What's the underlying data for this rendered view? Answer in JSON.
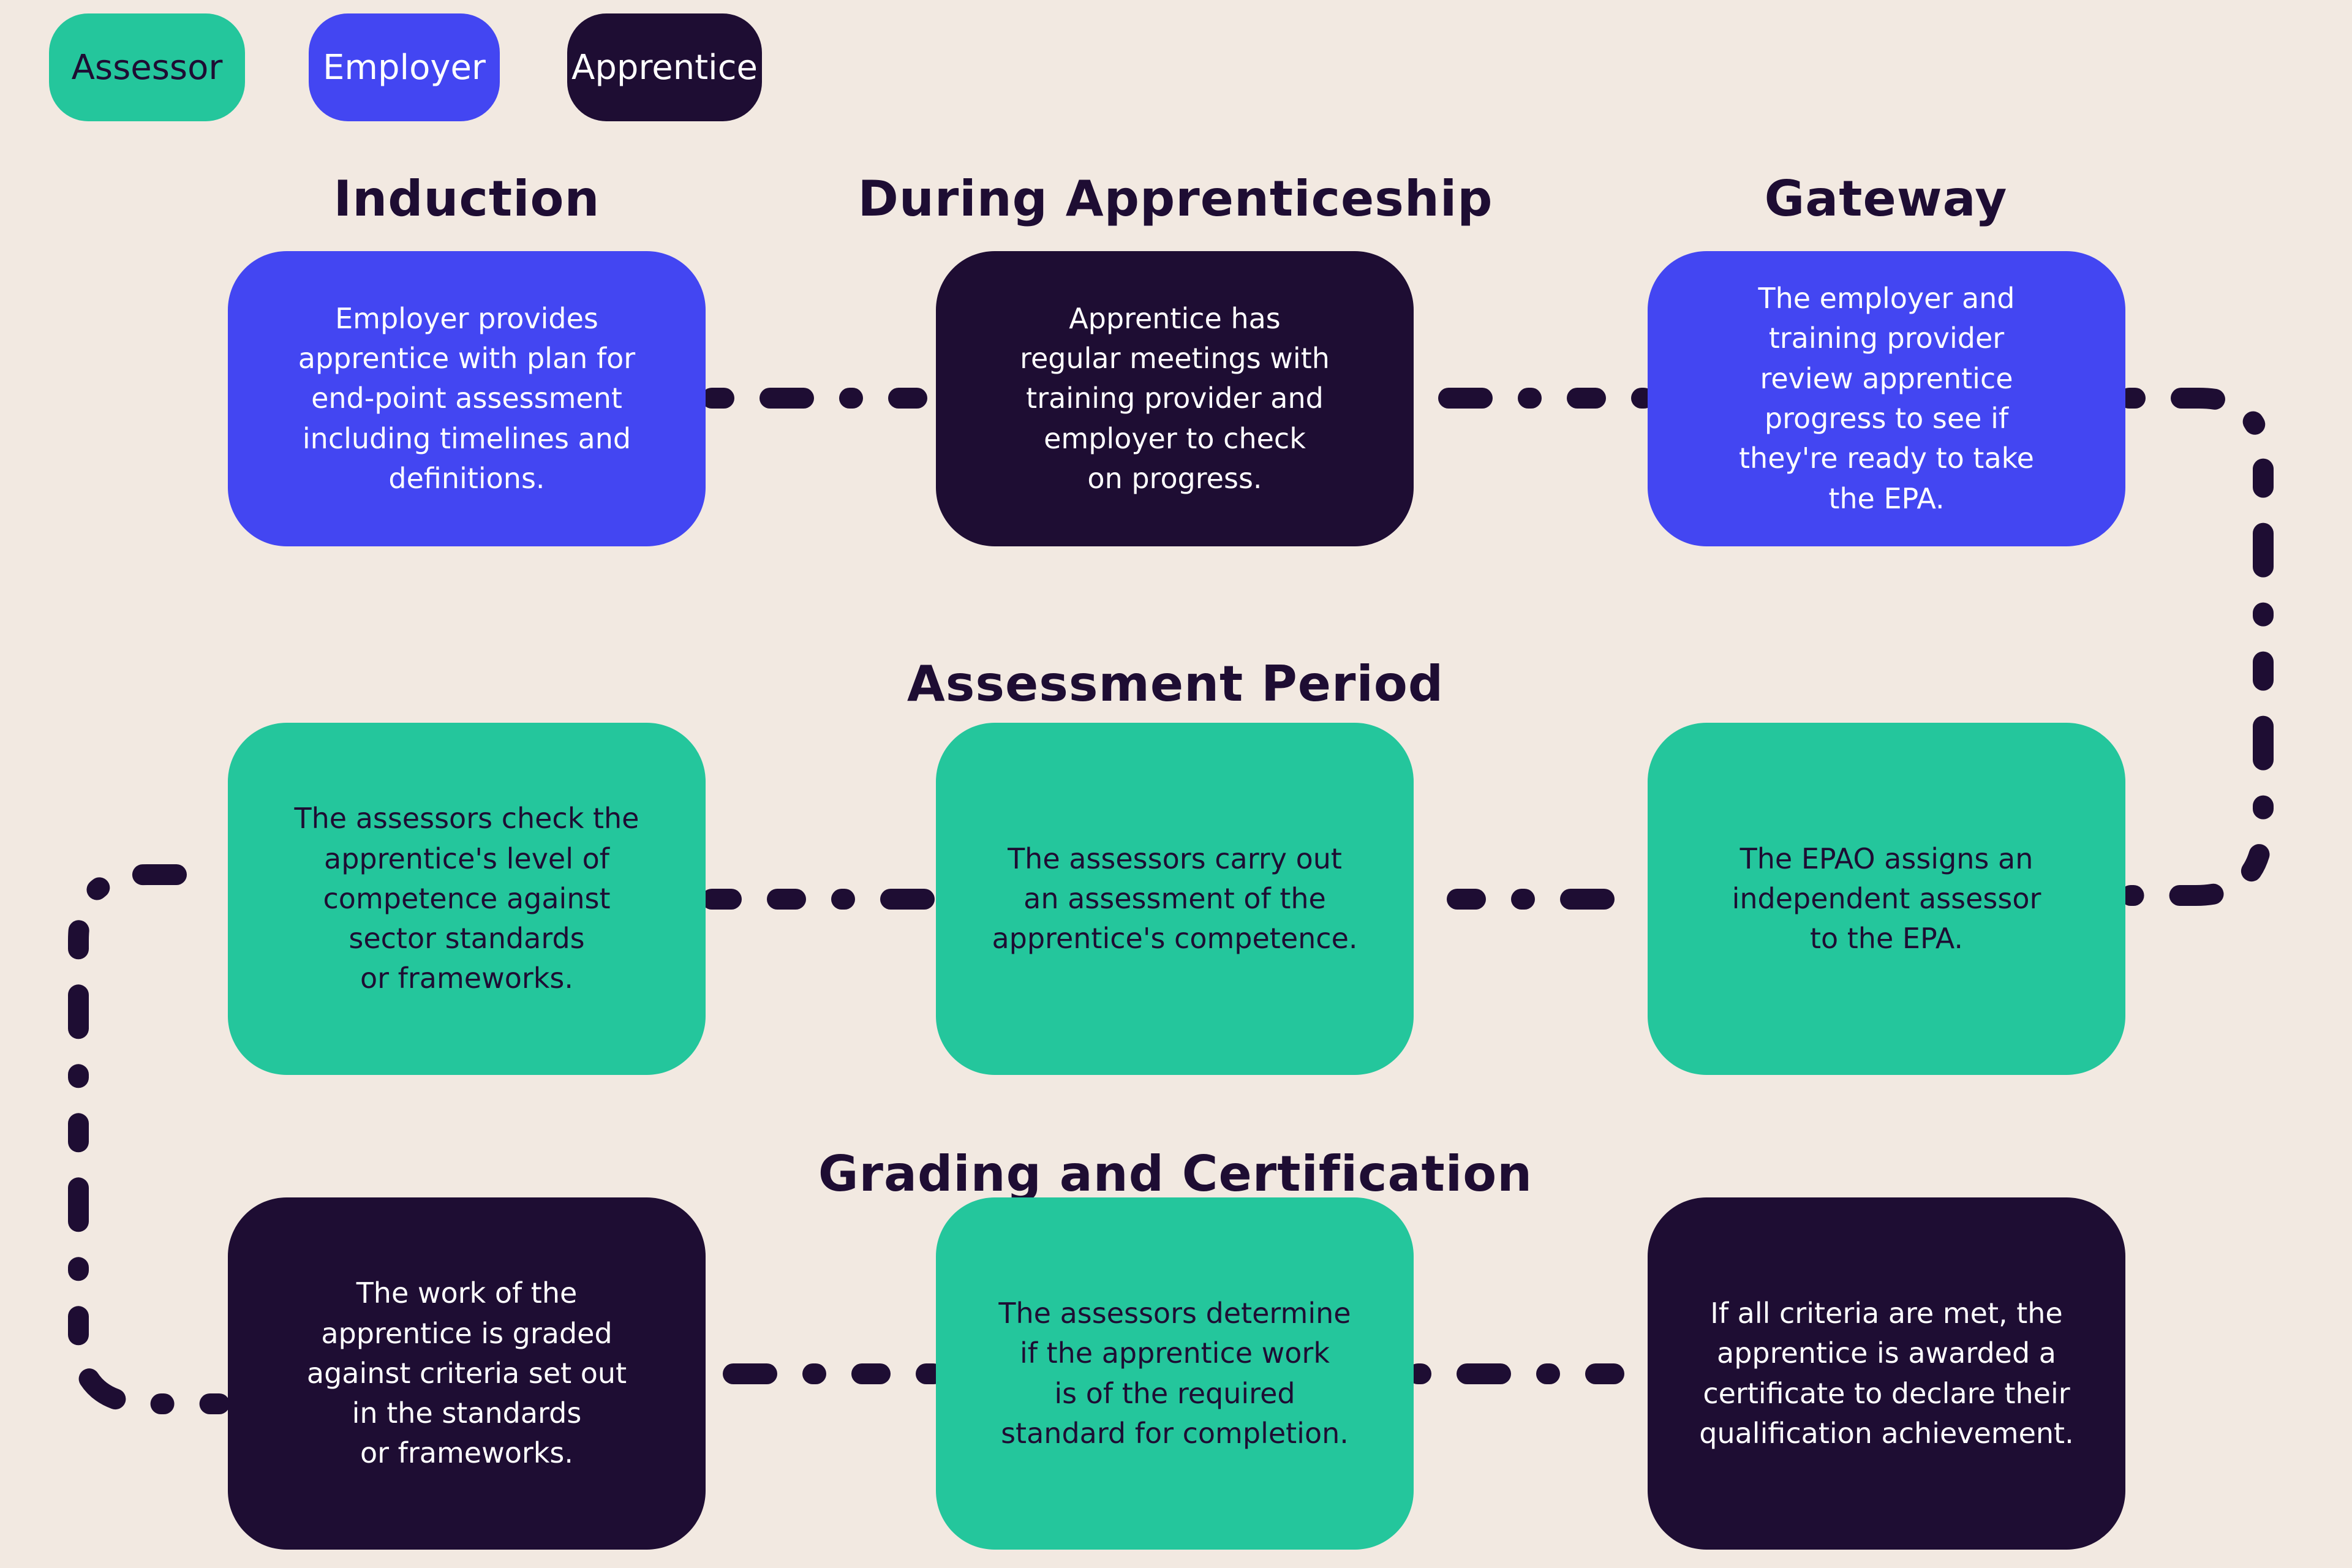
{
  "colors": {
    "background": "#F2E9E1",
    "blue": "#4346F2",
    "green": "#24C69C",
    "dark": "#1E0D33",
    "light-text": "#FFFFFF"
  },
  "legend": {
    "items": [
      {
        "label": "Assessor",
        "variant": "green"
      },
      {
        "label": "Employer",
        "variant": "blue"
      },
      {
        "label": "Apprentice",
        "variant": "dark"
      }
    ]
  },
  "headers": {
    "induction": "Induction",
    "during_apprenticeship": "During Apprenticeship",
    "gateway": "Gateway",
    "assessment_period": "Assessment Period",
    "grading_certification": "Grading and Certification"
  },
  "boxes": [
    {
      "id": "induction",
      "variant": "blue",
      "text": "Employer provides\napprentice with plan for\nend-point assessment\nincluding timelines and\ndefinitions."
    },
    {
      "id": "during-apprenticeship",
      "variant": "dark",
      "text": "Apprentice has\nregular meetings with\ntraining provider and\nemployer to check\non progress."
    },
    {
      "id": "gateway",
      "variant": "blue",
      "text": "The employer and\ntraining provider\nreview apprentice\nprogress to see if\nthey're ready to take\nthe EPA."
    },
    {
      "id": "assessment-check-competence",
      "variant": "green",
      "text": "The assessors check the\napprentice's level of\ncompetence against\nsector standards\nor frameworks."
    },
    {
      "id": "assessment-carry-out",
      "variant": "green",
      "text": "The assessors carry out\nan assessment of the\napprentice's competence."
    },
    {
      "id": "assessment-assign-assessor",
      "variant": "green",
      "text": "The EPAO assigns an\nindependent assessor\nto the EPA."
    },
    {
      "id": "grading-work-graded",
      "variant": "dark",
      "text": "The work of the\napprentice is graded\nagainst criteria set out\nin the standards\nor frameworks."
    },
    {
      "id": "grading-determine-standard",
      "variant": "green",
      "text": "The assessors determine\nif the apprentice work\nis of the required\nstandard for completion."
    },
    {
      "id": "grading-certificate",
      "variant": "dark",
      "text": "If all criteria are met, the\napprentice is awarded a\ncertificate to declare their\nqualification achievement."
    }
  ]
}
